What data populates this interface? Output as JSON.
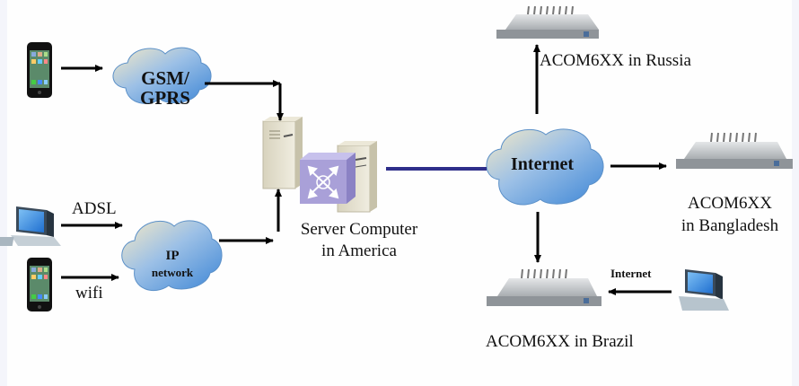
{
  "diagram": {
    "title": "",
    "nodes": {
      "phone_top": {
        "icon": "smartphone-icon"
      },
      "gsm_cloud": {
        "label_line1": "GSM/",
        "label_line2": "GPRS",
        "icon": "cloud-icon"
      },
      "pc_left": {
        "icon": "desktop-computer-icon"
      },
      "phone_bottom": {
        "icon": "smartphone-icon"
      },
      "ip_cloud": {
        "label_line1": "IP",
        "label_line2": "network",
        "icon": "cloud-icon"
      },
      "server": {
        "label_line1": "Server Computer",
        "label_line2": "in America",
        "icon": "server-icon"
      },
      "internet_cloud": {
        "label": "Internet",
        "icon": "cloud-icon"
      },
      "gw_russia": {
        "label": "ACOM6XX in Russia",
        "icon": "gateway-device-icon"
      },
      "gw_bangladesh": {
        "label_line1": "ACOM6XX",
        "label_line2": "in Bangladesh",
        "icon": "gateway-device-icon"
      },
      "gw_brazil": {
        "label": "ACOM6XX in Brazil",
        "icon": "gateway-device-icon"
      },
      "pc_right": {
        "icon": "desktop-computer-icon"
      }
    },
    "edge_labels": {
      "adsl": "ADSL",
      "wifi": "wifi",
      "internet_small": "Internet"
    },
    "colors": {
      "link_line": "#2e2e8a",
      "arrow": "#000000",
      "cloud_light": "#f2e6c4",
      "cloud_dark": "#4a8fd8",
      "server_router": "#a9a0d8"
    }
  }
}
